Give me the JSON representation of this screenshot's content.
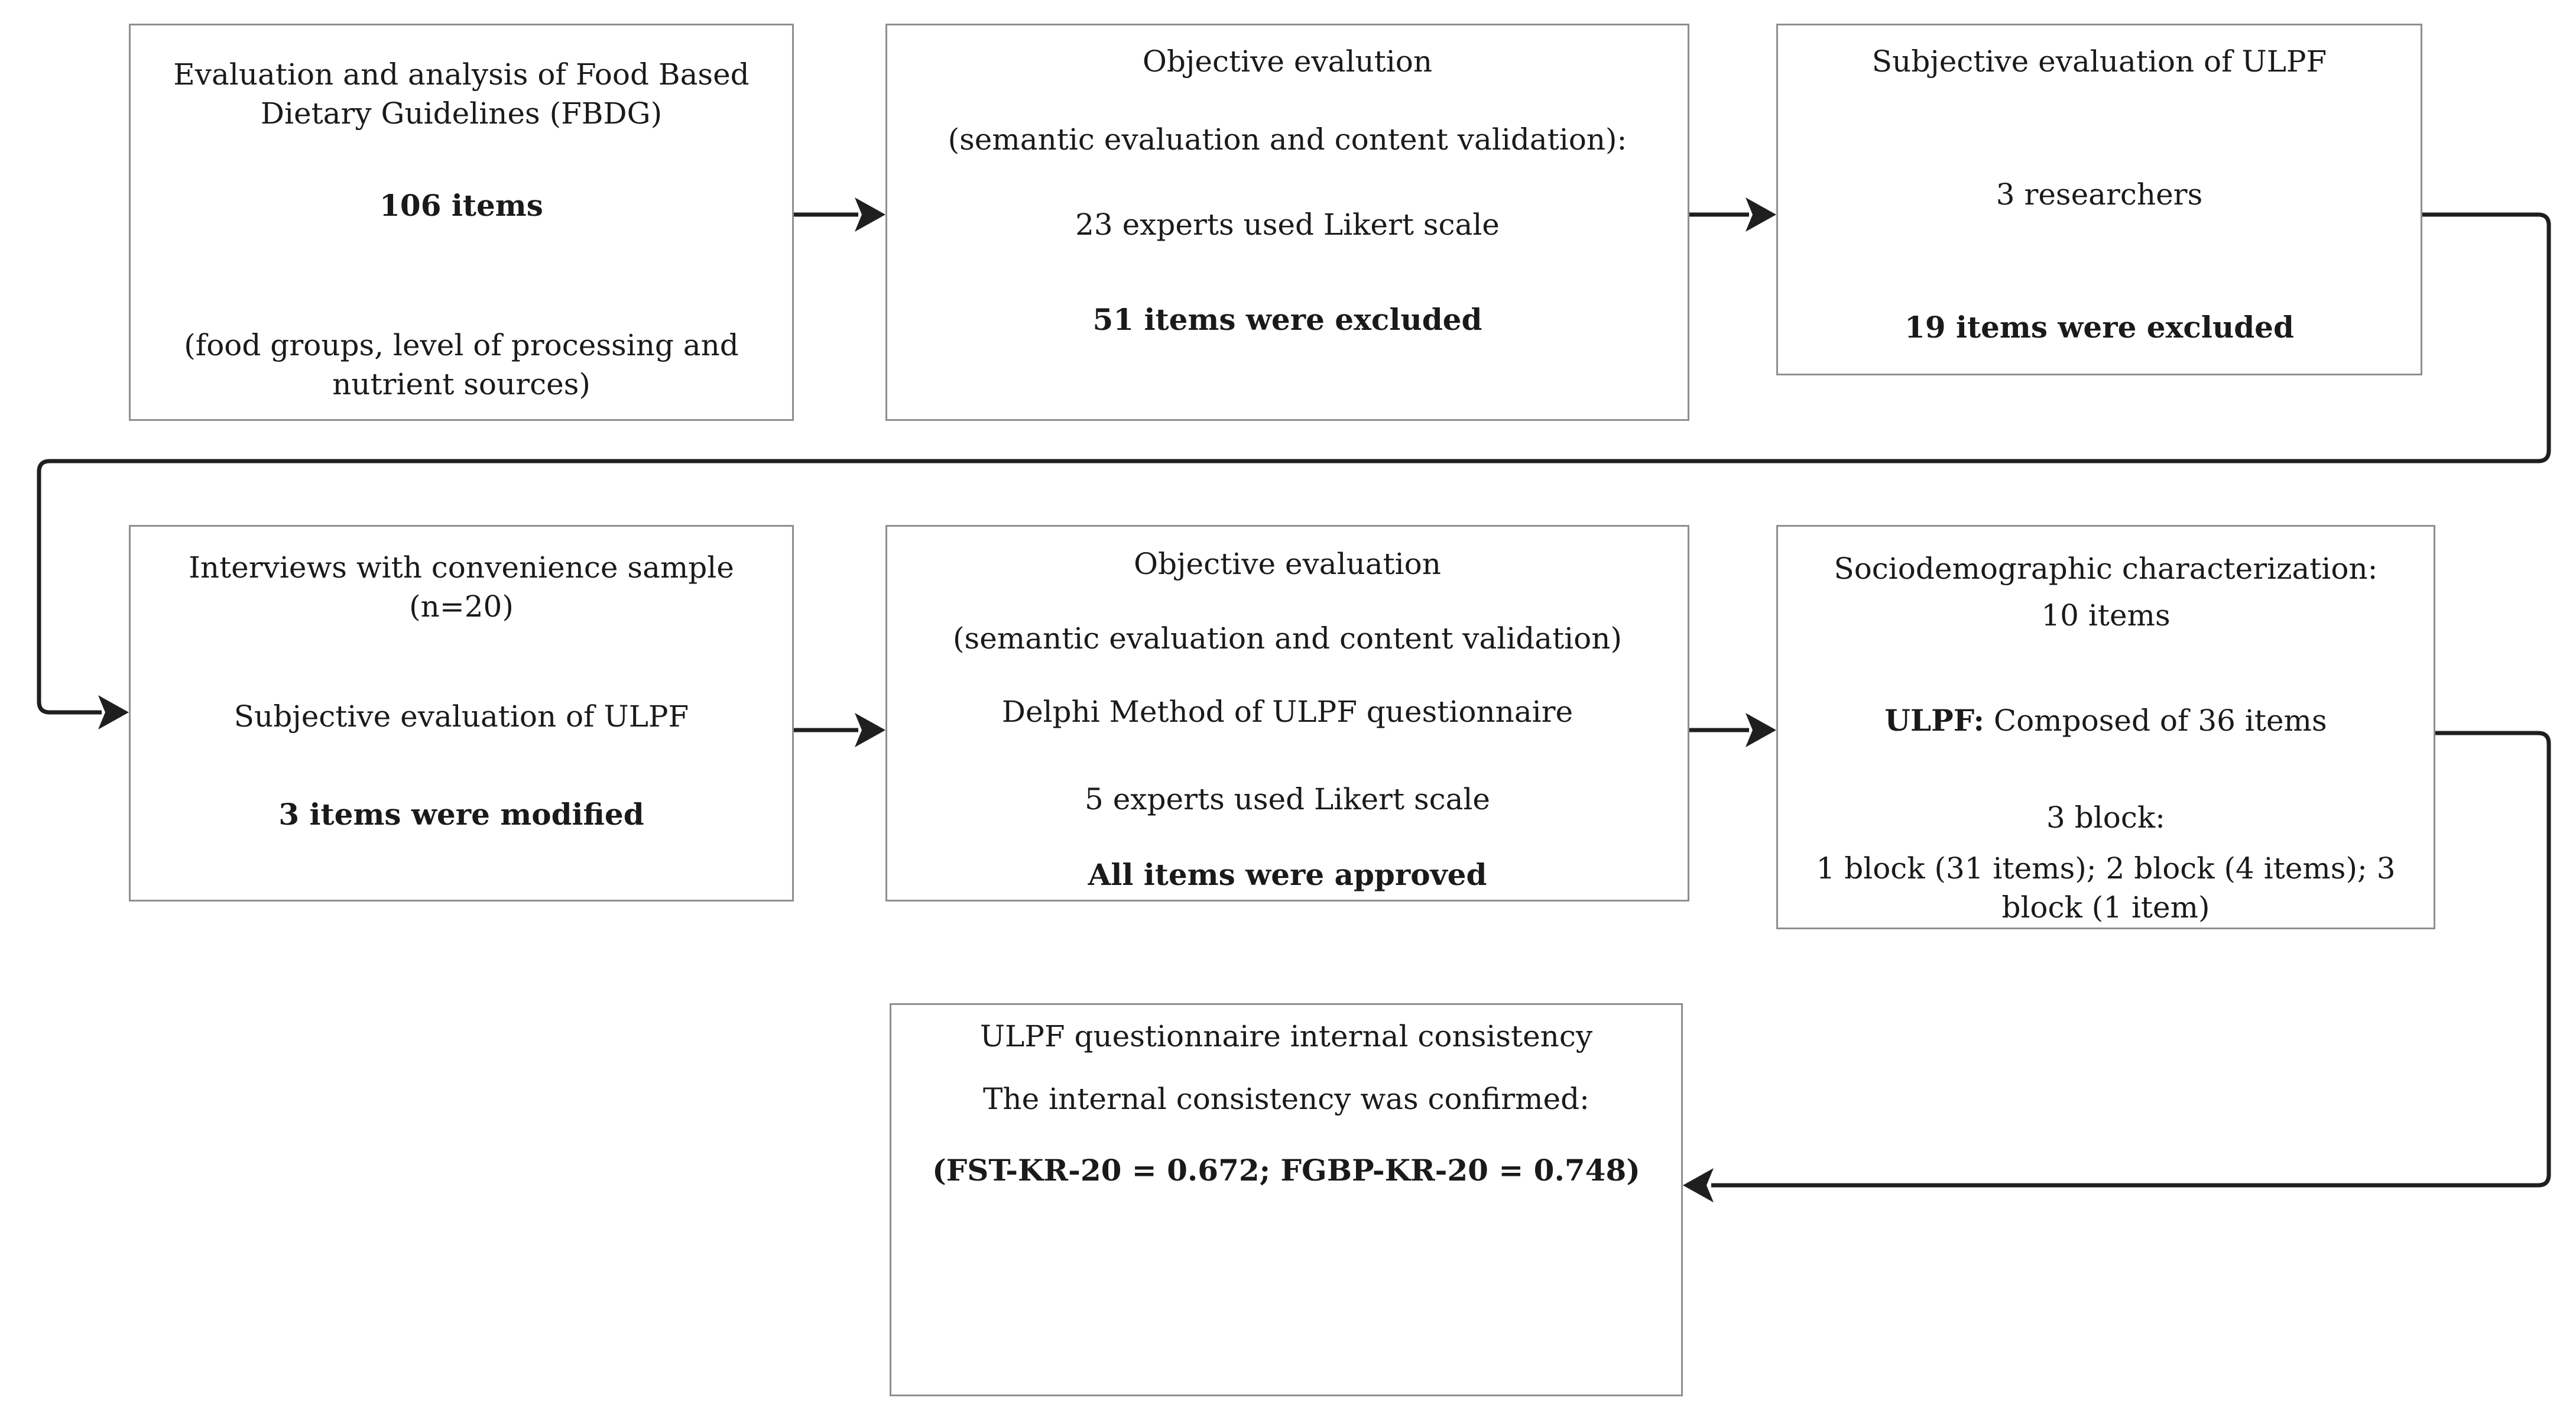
{
  "diagram": {
    "type": "flowchart",
    "title": "ULPF questionnaire development, validation and internal consistency flow",
    "colors": {
      "background": "#ffffff",
      "box_border": "#8f8f8f",
      "connector_line": "#1f1f1f",
      "text": "#1a1a1a"
    },
    "flow": [
      "fbdg-analysis -> objective-evaluation-1",
      "objective-evaluation-1 -> subjective-evaluation-ulpf",
      "subjective-evaluation-ulpf -> interviews",
      "interviews -> objective-evaluation-delphi",
      "objective-evaluation-delphi -> sociodemographic-ulpf",
      "sociodemographic-ulpf -> internal-consistency"
    ],
    "boxes": {
      "box1": {
        "l1": "Evaluation and analysis of Food Based",
        "l2": "Dietary Guidelines (FBDG)",
        "l3": "106 items",
        "l4": "(food groups, level of processing and",
        "l5": "nutrient sources)"
      },
      "box2": {
        "l1": "Objective evalution",
        "l2": "(semantic evaluation and content validation):",
        "l3": "23 experts used Likert scale",
        "l4": "51 items were excluded"
      },
      "box3": {
        "l1": "Subjective evaluation of ULPF",
        "l2": "3 researchers",
        "l3": "19 items were excluded"
      },
      "box4": {
        "l1": "Interviews with convenience sample",
        "l2": "(n=20)",
        "l3": "Subjective evaluation of ULPF",
        "l4": "3 items were modified"
      },
      "box5": {
        "l1": "Objective evaluation",
        "l2": "(semantic evaluation and content validation)",
        "l3": "Delphi Method of ULPF questionnaire",
        "l4": "5 experts used Likert scale",
        "l5": "All items were approved"
      },
      "box6": {
        "l1": "Sociodemographic characterization:",
        "l2": "10 items",
        "l3_bold": "ULPF:",
        "l3_rest": " Composed of 36 items",
        "l4": "3 block:",
        "l5": "1 block (31 items); 2 block (4 items); 3",
        "l6": "block (1 item)"
      },
      "box7": {
        "l1": "ULPF questionnaire internal consistency",
        "l2": "The internal consistency was confirmed:",
        "l3": "(FST-KR-20 = 0.672; FGBP-KR-20 = 0.748)"
      }
    }
  }
}
